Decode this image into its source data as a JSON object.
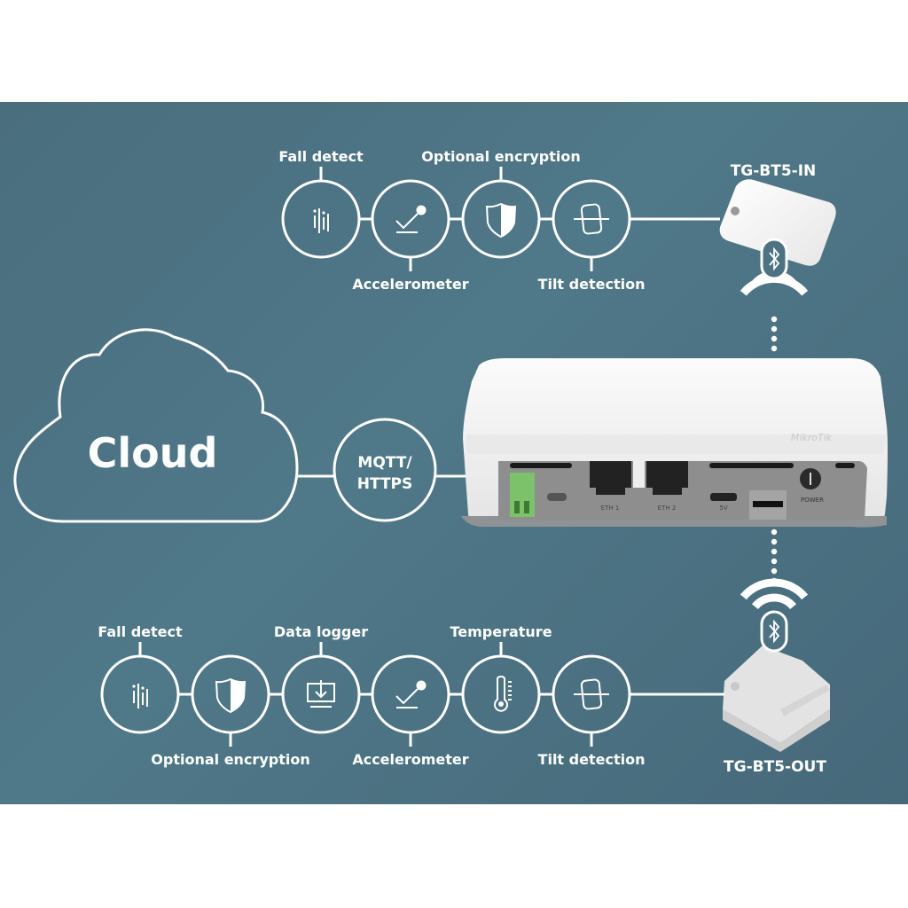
{
  "colors": {
    "background": "#4d7383",
    "line": "#ffffff",
    "device_body": "#f2f2f2",
    "device_panel": "#8e8e8e",
    "terminal_green": "#7cc26a"
  },
  "cloud": {
    "label": "Cloud"
  },
  "protocol": {
    "line1": "MQTT/",
    "line2": "HTTPS"
  },
  "gateway": {
    "brand": "MikroTik",
    "ports": [
      {
        "name": "terminal-block",
        "label": ""
      },
      {
        "name": "reset-button",
        "label": ""
      },
      {
        "name": "eth1-port",
        "label": "ETH 1"
      },
      {
        "name": "eth2-port",
        "label": "ETH 2"
      },
      {
        "name": "usb-port",
        "label": "5V"
      },
      {
        "name": "sim-slot",
        "label": ""
      },
      {
        "name": "power-jack",
        "label": "POWER"
      }
    ]
  },
  "top_sensor": {
    "name": "TG-BT5-IN",
    "features": [
      {
        "icon": "fall-detect-icon",
        "label": "Fall detect",
        "label_pos": "above"
      },
      {
        "icon": "accelerometer-icon",
        "label": "Accelerometer",
        "label_pos": "below"
      },
      {
        "icon": "shield-icon",
        "label": "Optional encryption",
        "label_pos": "above"
      },
      {
        "icon": "tilt-icon",
        "label": "Tilt detection",
        "label_pos": "below"
      }
    ]
  },
  "bottom_sensor": {
    "name": "TG-BT5-OUT",
    "features": [
      {
        "icon": "fall-detect-icon",
        "label": "Fall detect",
        "label_pos": "above"
      },
      {
        "icon": "shield-icon",
        "label": "Optional encryption",
        "label_pos": "below"
      },
      {
        "icon": "data-logger-icon",
        "label": "Data logger",
        "label_pos": "above"
      },
      {
        "icon": "accelerometer-icon",
        "label": "Accelerometer",
        "label_pos": "below"
      },
      {
        "icon": "thermometer-icon",
        "label": "Temperature",
        "label_pos": "above"
      },
      {
        "icon": "tilt-icon",
        "label": "Tilt detection",
        "label_pos": "below"
      }
    ]
  }
}
